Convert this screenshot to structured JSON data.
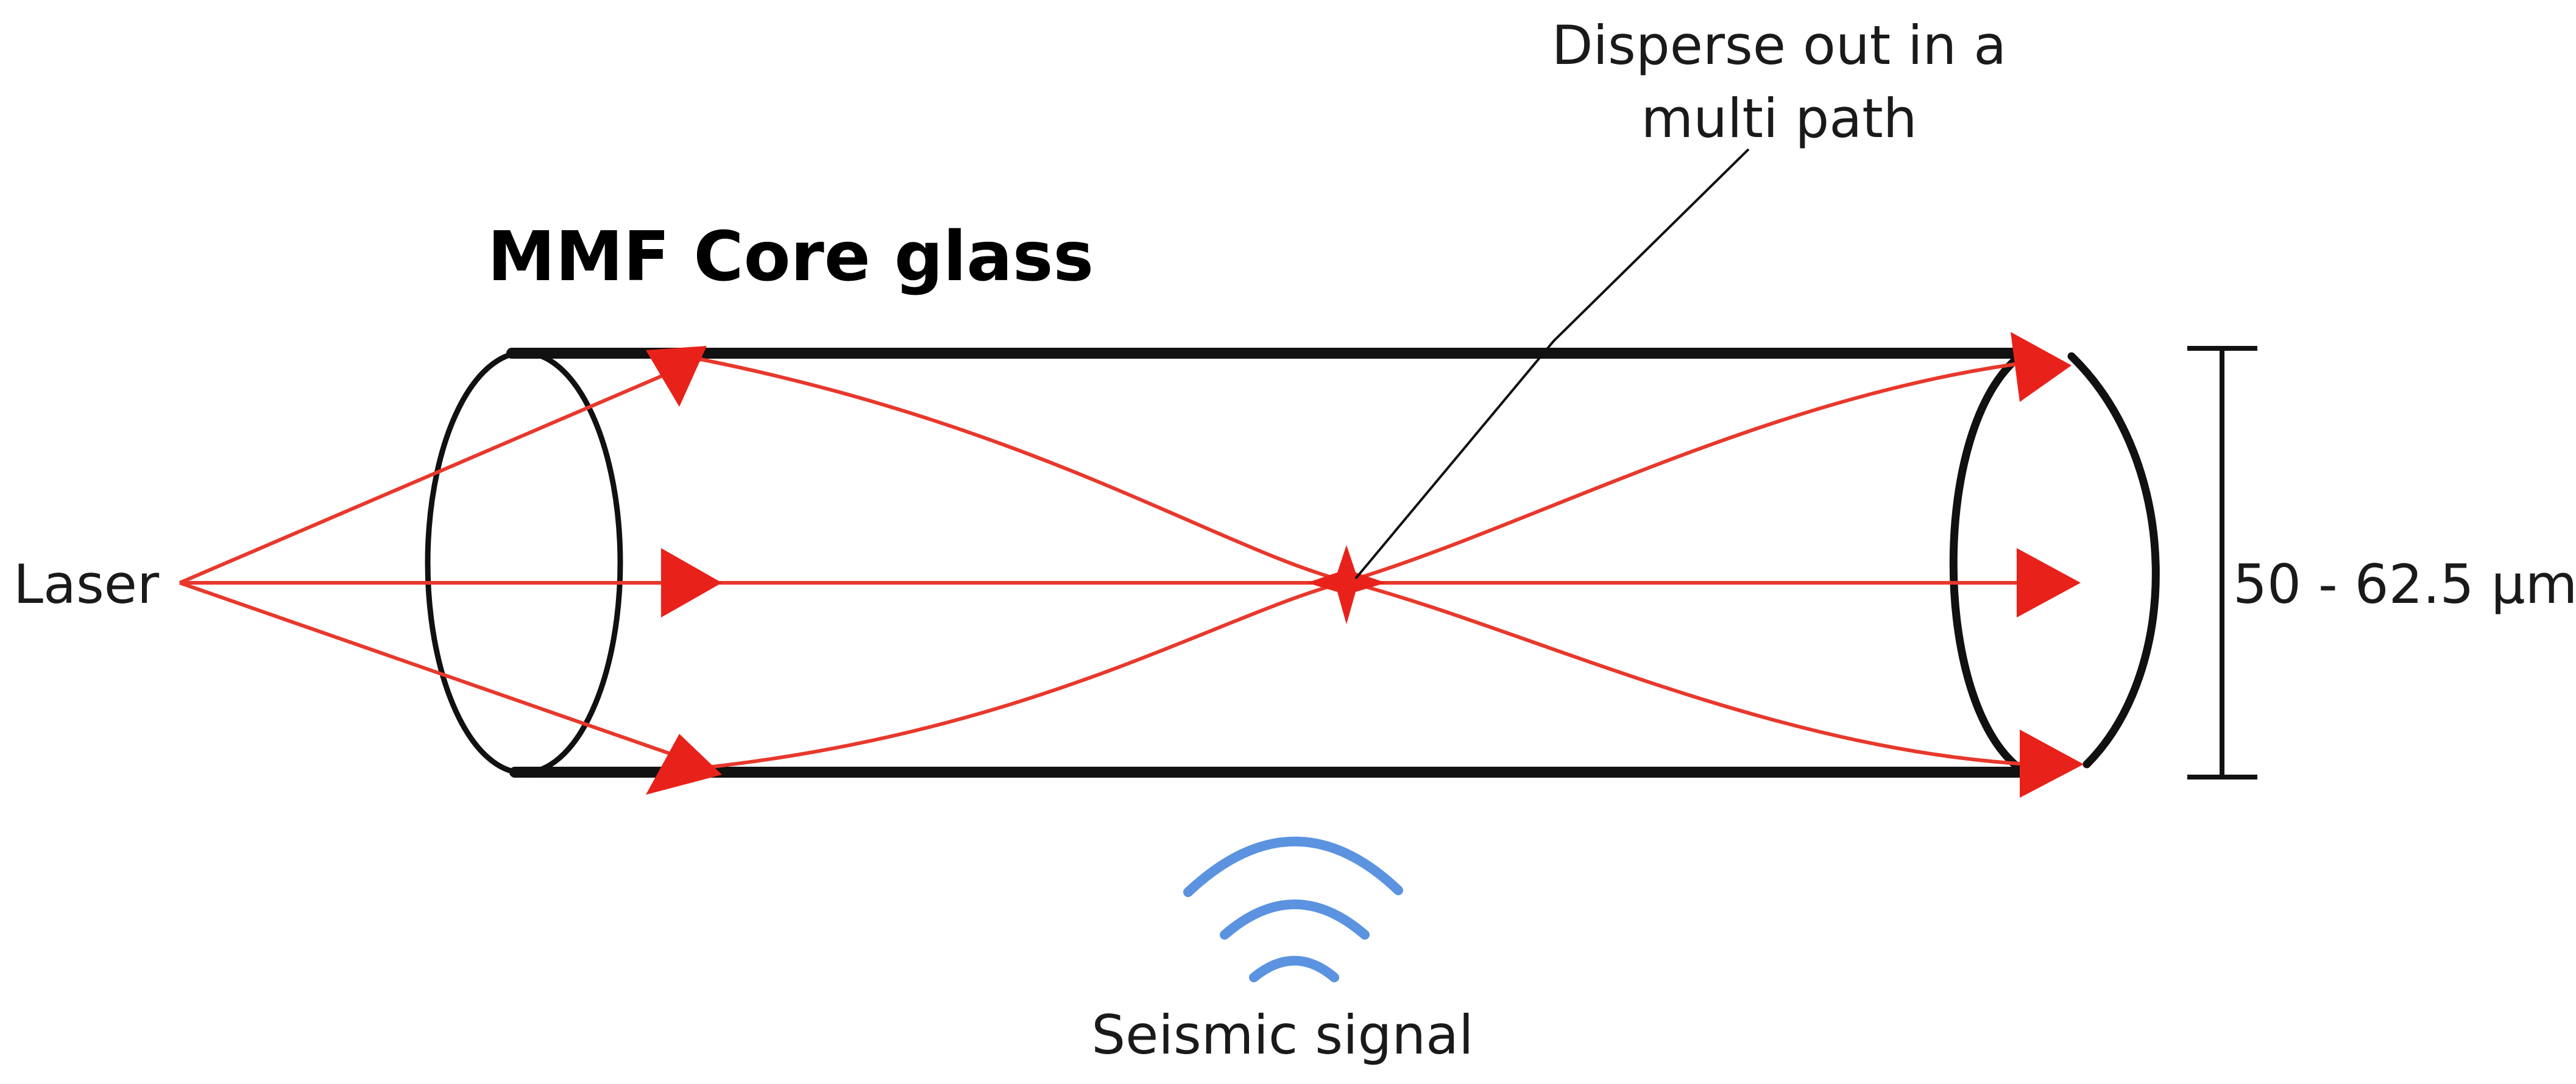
{
  "title": "MMF Core glass",
  "labels": {
    "laser": "Laser",
    "disperse": [
      "Disperse out in a",
      "multi path"
    ],
    "diameter": "50 - 62.5 µm",
    "seismic": "Seismic signal"
  },
  "colors": {
    "ray": "#e8221b",
    "ray_line": "#e8382c",
    "fiber": "#111111",
    "wave": "#5b93e0"
  }
}
